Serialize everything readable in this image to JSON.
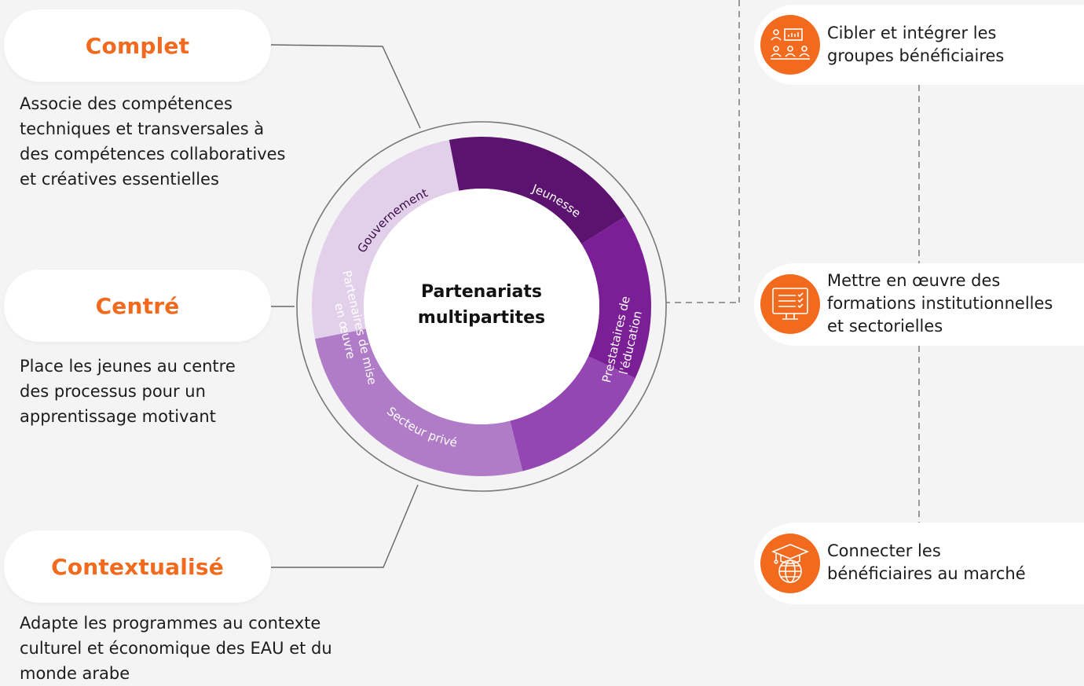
{
  "center": {
    "line1": "Partenariats",
    "line2": "multipartites"
  },
  "ring_segments": [
    {
      "id": "gouvernement",
      "label": "Gouvernement",
      "color": "#e2cfe9"
    },
    {
      "id": "jeunesse",
      "label": "Jeunesse",
      "color": "#5c126f"
    },
    {
      "id": "prestataires",
      "label_line1": "Prestataires de",
      "label_line2": "l'éducation",
      "color": "#7a1f95"
    },
    {
      "id": "secteur",
      "label": "Secteur privé",
      "color": "#9446b3"
    },
    {
      "id": "partenaires",
      "label_line1": "Partenaires de mise",
      "label_line2": "en œuvre",
      "color": "#b07cc8"
    }
  ],
  "principles": [
    {
      "title": "Complet",
      "desc": [
        "Associe des compétences",
        "techniques et transversales à",
        "des compétences collaboratives",
        "et créatives essentielles"
      ]
    },
    {
      "title": "Centré",
      "desc": [
        "Place les jeunes au centre",
        "des processus pour un",
        "apprentissage motivant"
      ]
    },
    {
      "title": "Contextualisé",
      "desc": [
        "Adapte les programmes au contexte",
        "culturel et économique des EAU et du",
        "monde arabe"
      ]
    }
  ],
  "steps": [
    {
      "icon": "classroom-icon",
      "lines": [
        "Cibler et intégrer les",
        "groupes bénéficiaires"
      ]
    },
    {
      "icon": "monitor-checklist-icon",
      "lines": [
        "Mettre en œuvre des",
        "formations institutionnelles",
        "et sectorielles"
      ]
    },
    {
      "icon": "graduation-globe-icon",
      "lines": [
        "Connecter les",
        "bénéficiaires au marché"
      ]
    }
  ],
  "colors": {
    "accent": "#f26a1d",
    "background": "#f4f4f4",
    "text": "#1c1c1c",
    "line": "#666666"
  }
}
